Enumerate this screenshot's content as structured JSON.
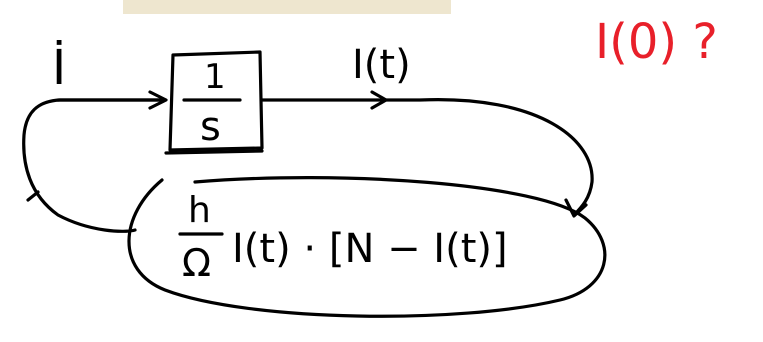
{
  "colors": {
    "ink": "#000000",
    "red_ink": "#e8202a",
    "highlight_bar": "#eee6cf",
    "background": "#ffffff"
  },
  "labels": {
    "input_derivative": "İ",
    "integrator_numerator": "1",
    "integrator_denominator": "s",
    "output_signal": "I(t)",
    "feedback_fraction_numerator": "h",
    "feedback_fraction_denominator": "Ω",
    "feedback_expression": "I(t) · [N − I(t)]",
    "question": "I(0) ?"
  }
}
